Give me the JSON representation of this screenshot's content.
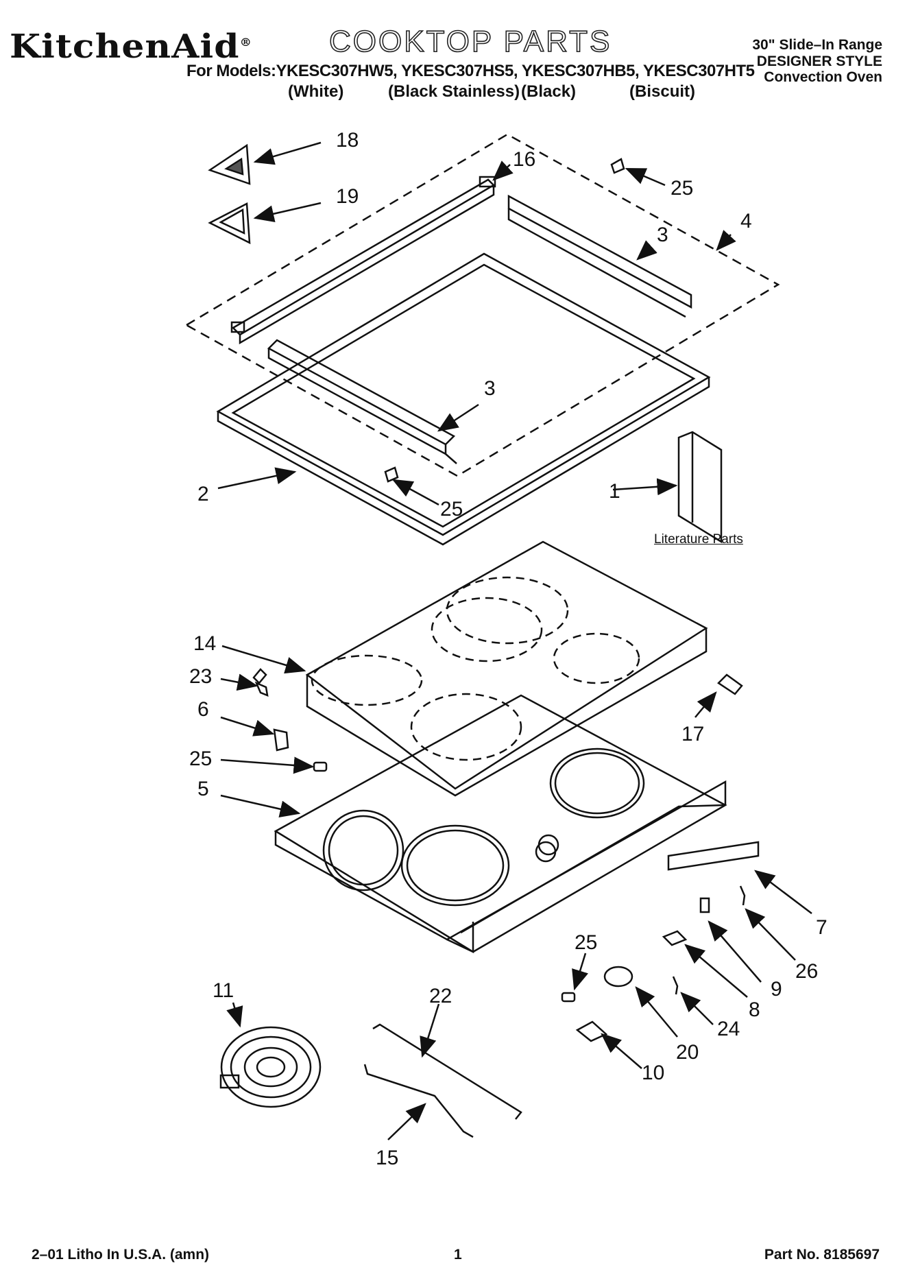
{
  "header": {
    "brand": "KitchenAid",
    "brand_mark": "®",
    "title": "COOKTOP PARTS",
    "models_line": "For Models:YKESC307HW5, YKESC307HS5, YKESC307HB5, YKESC307HT5",
    "colors": [
      "(White)",
      "(Black Stainless)",
      "(Black)",
      "(Biscuit)"
    ],
    "range_type": "30\" Slide–In Range",
    "style": "DESIGNER STYLE",
    "oven": "Convection Oven"
  },
  "literature_label": "Literature Parts",
  "callouts": [
    "18",
    "16",
    "25",
    "19",
    "4",
    "3",
    "3",
    "2",
    "25",
    "1",
    "14",
    "23",
    "6",
    "25",
    "5",
    "17",
    "7",
    "25",
    "9",
    "26",
    "11",
    "22",
    "8",
    "24",
    "20",
    "10",
    "15"
  ],
  "footer": {
    "left": "2–01 Litho In U.S.A. (amn)",
    "page": "1",
    "part_no": "Part No. 8185697"
  }
}
